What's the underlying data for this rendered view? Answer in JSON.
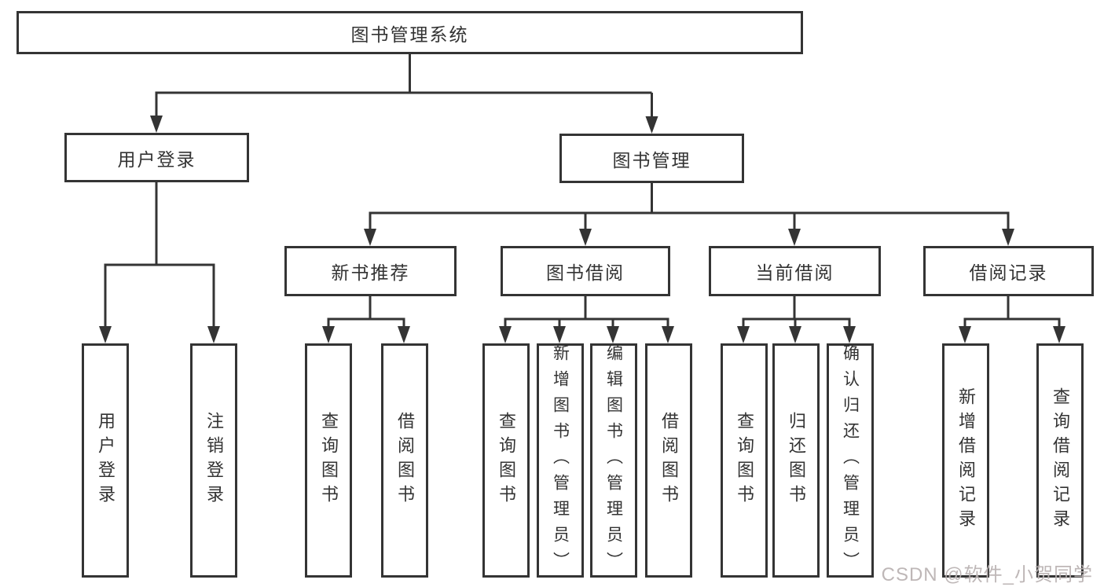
{
  "tree": {
    "label": "图书管理系统",
    "children": [
      {
        "label": "用户登录",
        "children": [
          {
            "label": "用户登录"
          },
          {
            "label": "注销登录"
          }
        ]
      },
      {
        "label": "图书管理",
        "children": [
          {
            "label": "新书推荐",
            "children": [
              {
                "label": "查询图书"
              },
              {
                "label": "借阅图书"
              }
            ]
          },
          {
            "label": "图书借阅",
            "children": [
              {
                "label": "查询图书"
              },
              {
                "label": "新增图书（管理员）"
              },
              {
                "label": "编辑图书（管理员）"
              },
              {
                "label": "借阅图书"
              }
            ]
          },
          {
            "label": "当前借阅",
            "children": [
              {
                "label": "查询图书"
              },
              {
                "label": "归还图书"
              },
              {
                "label": "确认归还（管理员）"
              }
            ]
          },
          {
            "label": "借阅记录",
            "children": [
              {
                "label": "新增借阅记录"
              },
              {
                "label": "查询借阅记录"
              }
            ]
          }
        ]
      }
    ]
  },
  "watermark": {
    "text": "CSDN @软件_小贺同学",
    "color": "#b9b1b1"
  },
  "colors": {
    "line": "#343434",
    "box_border": "#343434",
    "box_fill": "#ffffff",
    "text": "#333333",
    "background": "#ffffff"
  }
}
